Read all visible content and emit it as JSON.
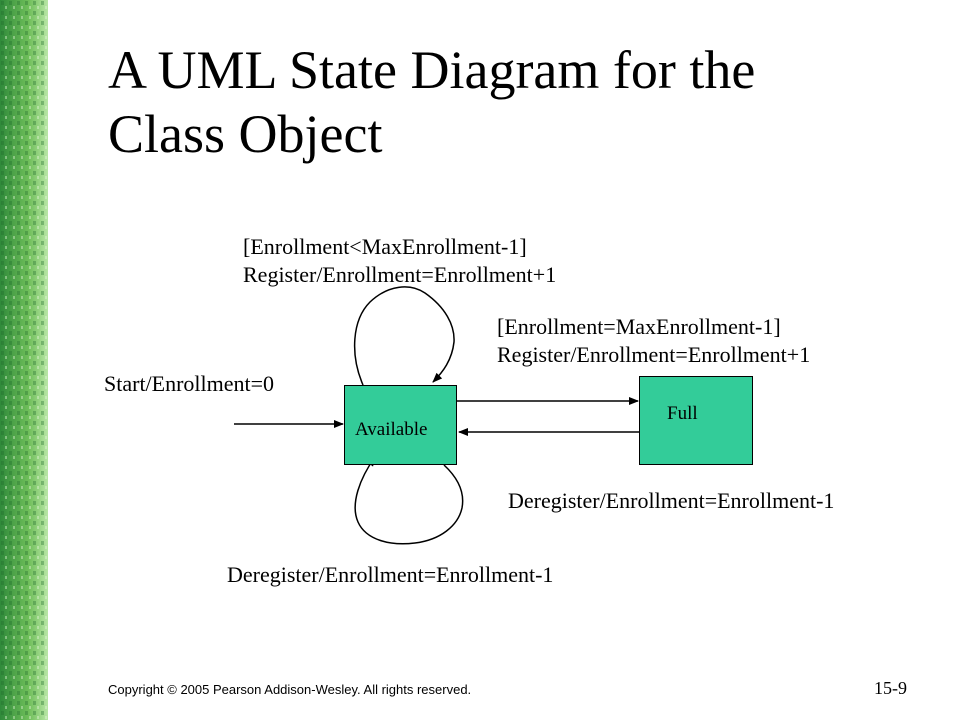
{
  "slide": {
    "title_line1": "A UML State Diagram for the",
    "title_line2": "Class Object",
    "copyright": "Copyright © 2005 Pearson Addison-Wesley. All rights reserved.",
    "slide_number": "15-9"
  },
  "colors": {
    "state_fill": "#33cc99",
    "strip_dark": "#2f8a3a",
    "strip_light": "#b9e6a6"
  },
  "diagram": {
    "states": {
      "available": "Available",
      "full": "Full"
    },
    "transitions": {
      "start": "Start/Enrollment=0",
      "self_register_guard": "[Enrollment<MaxEnrollment-1]",
      "self_register_action": "Register/Enrollment=Enrollment+1",
      "to_full_guard": "[Enrollment=MaxEnrollment-1]",
      "to_full_action": "Register/Enrollment=Enrollment+1",
      "from_full": "Deregister/Enrollment=Enrollment-1",
      "self_deregister": "Deregister/Enrollment=Enrollment-1"
    }
  }
}
